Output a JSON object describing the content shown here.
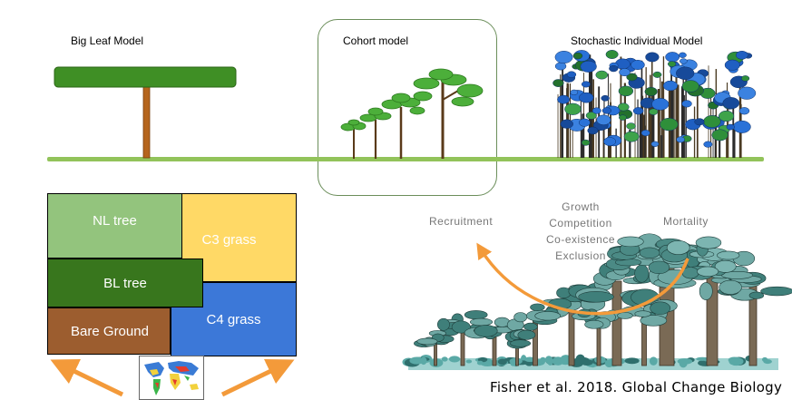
{
  "models": {
    "big_leaf": "Big Leaf Model",
    "cohort": "Cohort model",
    "stochastic": "Stochastic Individual Model"
  },
  "pfts": {
    "nl_tree": "NL tree",
    "c3_grass": "C3 grass",
    "bl_tree": "BL tree",
    "c4_grass": "C4 grass",
    "bare_ground": "Bare Ground"
  },
  "processes": {
    "recruitment": "Recruitment",
    "middle": [
      "Growth",
      "Competition",
      "Co-existence",
      "Exclusion"
    ],
    "mortality": "Mortality"
  },
  "citation": "Fisher et al. 2018. Global Change Biology",
  "colors": {
    "nl_tree": "#93c47d",
    "c3_grass": "#ffd966",
    "bl_tree": "#38761d",
    "c4_grass": "#3c78d8",
    "bare_ground": "#9c5d2f",
    "ground_line": "#92c35a",
    "arrow": "#f39a3a"
  }
}
